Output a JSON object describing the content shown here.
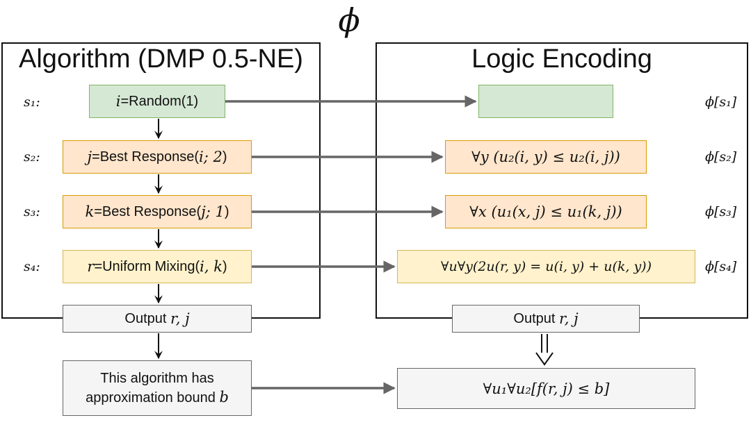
{
  "diagram": {
    "phi_symbol": "ϕ",
    "algorithm_title": "Algorithm (DMP 0.5-NE)",
    "logic_title": "Logic Encoding",
    "steps": [
      {
        "label": "s₁:",
        "algo_var": "i",
        "algo_text": "=Random(1)",
        "logic_text": "",
        "phi_label": "ϕ[s₁]"
      },
      {
        "label": "s₂:",
        "algo_var": "j",
        "algo_text": "=Best Response(",
        "algo_args": "i; 2",
        "algo_close": ")",
        "logic_text": "∀y (u₂(i, y) ≤ u₂(i, j))",
        "phi_label": "ϕ[s₂]"
      },
      {
        "label": "s₃:",
        "algo_var": "k",
        "algo_text": "=Best Response(",
        "algo_args": "j; 1",
        "algo_close": ")",
        "logic_text": "∀x (u₁(x, j) ≤ u₁(k, j))",
        "phi_label": "ϕ[s₃]"
      },
      {
        "label": "s₄:",
        "algo_var": "r",
        "algo_text": "=Uniform Mixing(",
        "algo_args": "i, k",
        "algo_close": ")",
        "logic_text": "∀u∀y(2u(r, y) = u(i, y) + u(k, y))",
        "phi_label": "ϕ[s₄]"
      }
    ],
    "output_prefix": "Output ",
    "output_vars": "r, j",
    "bound_text": "This algorithm has approximation bound ",
    "bound_var": "b",
    "final_logic": "∀u₁∀u₂[f(r, j) ≤ b]",
    "colors": {
      "green_fill": "#d5e8d4",
      "green_border": "#82b366",
      "orange_fill": "#ffe6cc",
      "orange_border": "#d79b00",
      "yellow_fill": "#fff2cc",
      "yellow_border": "#d6b656",
      "gray_fill": "#f5f5f5",
      "gray_border": "#666666",
      "long_arrow": "#666666"
    }
  }
}
